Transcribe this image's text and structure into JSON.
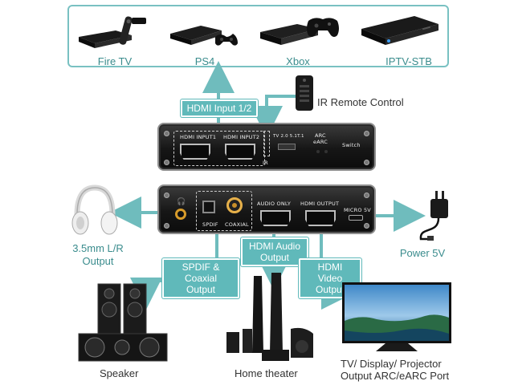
{
  "sources": {
    "items": [
      {
        "label": "Fire TV"
      },
      {
        "label": "PS4"
      },
      {
        "label": "Xbox"
      },
      {
        "label": "IPTV-STB"
      }
    ]
  },
  "labels": {
    "hdmi_input": "HDMI Input 1/2",
    "ir_remote": "IR Remote Control",
    "headphone_line1": "3.5mm L/R",
    "headphone_line2": "Output",
    "spdif_line1": "SPDIF & Coaxial",
    "spdif_line2": "Output",
    "hdmi_audio_line1": "HDMI Audio",
    "hdmi_audio_line2": "Output",
    "hdmi_video_line1": "HDMI Video",
    "hdmi_video_line2": "Output",
    "power": "Power 5V",
    "speaker": "Speaker",
    "home_theater": "Home theater",
    "tv_line1": "TV/ Display/ Projector",
    "tv_line2": "Output ARC/eARC Port"
  },
  "front_panel": {
    "hdmi_input1": "HDMI INPUT1",
    "hdmi_input2": "HDMI INPUT2",
    "ir": "IR",
    "mode_switch": "TV 2.0 5.1T.1",
    "arc_line1": "ARC",
    "arc_line2": "eARC",
    "switch": "Switch"
  },
  "back_panel": {
    "spdif": "SPDIF",
    "coaxial": "COAXIAL",
    "audio_only": "AUDIO ONLY",
    "hdmi_output": "HDMI OUTPUT",
    "micro5v": "MICRO 5V"
  },
  "colors": {
    "accent": "#60b9ba",
    "text_teal": "#3a8c8d",
    "text_dark": "#333333"
  }
}
